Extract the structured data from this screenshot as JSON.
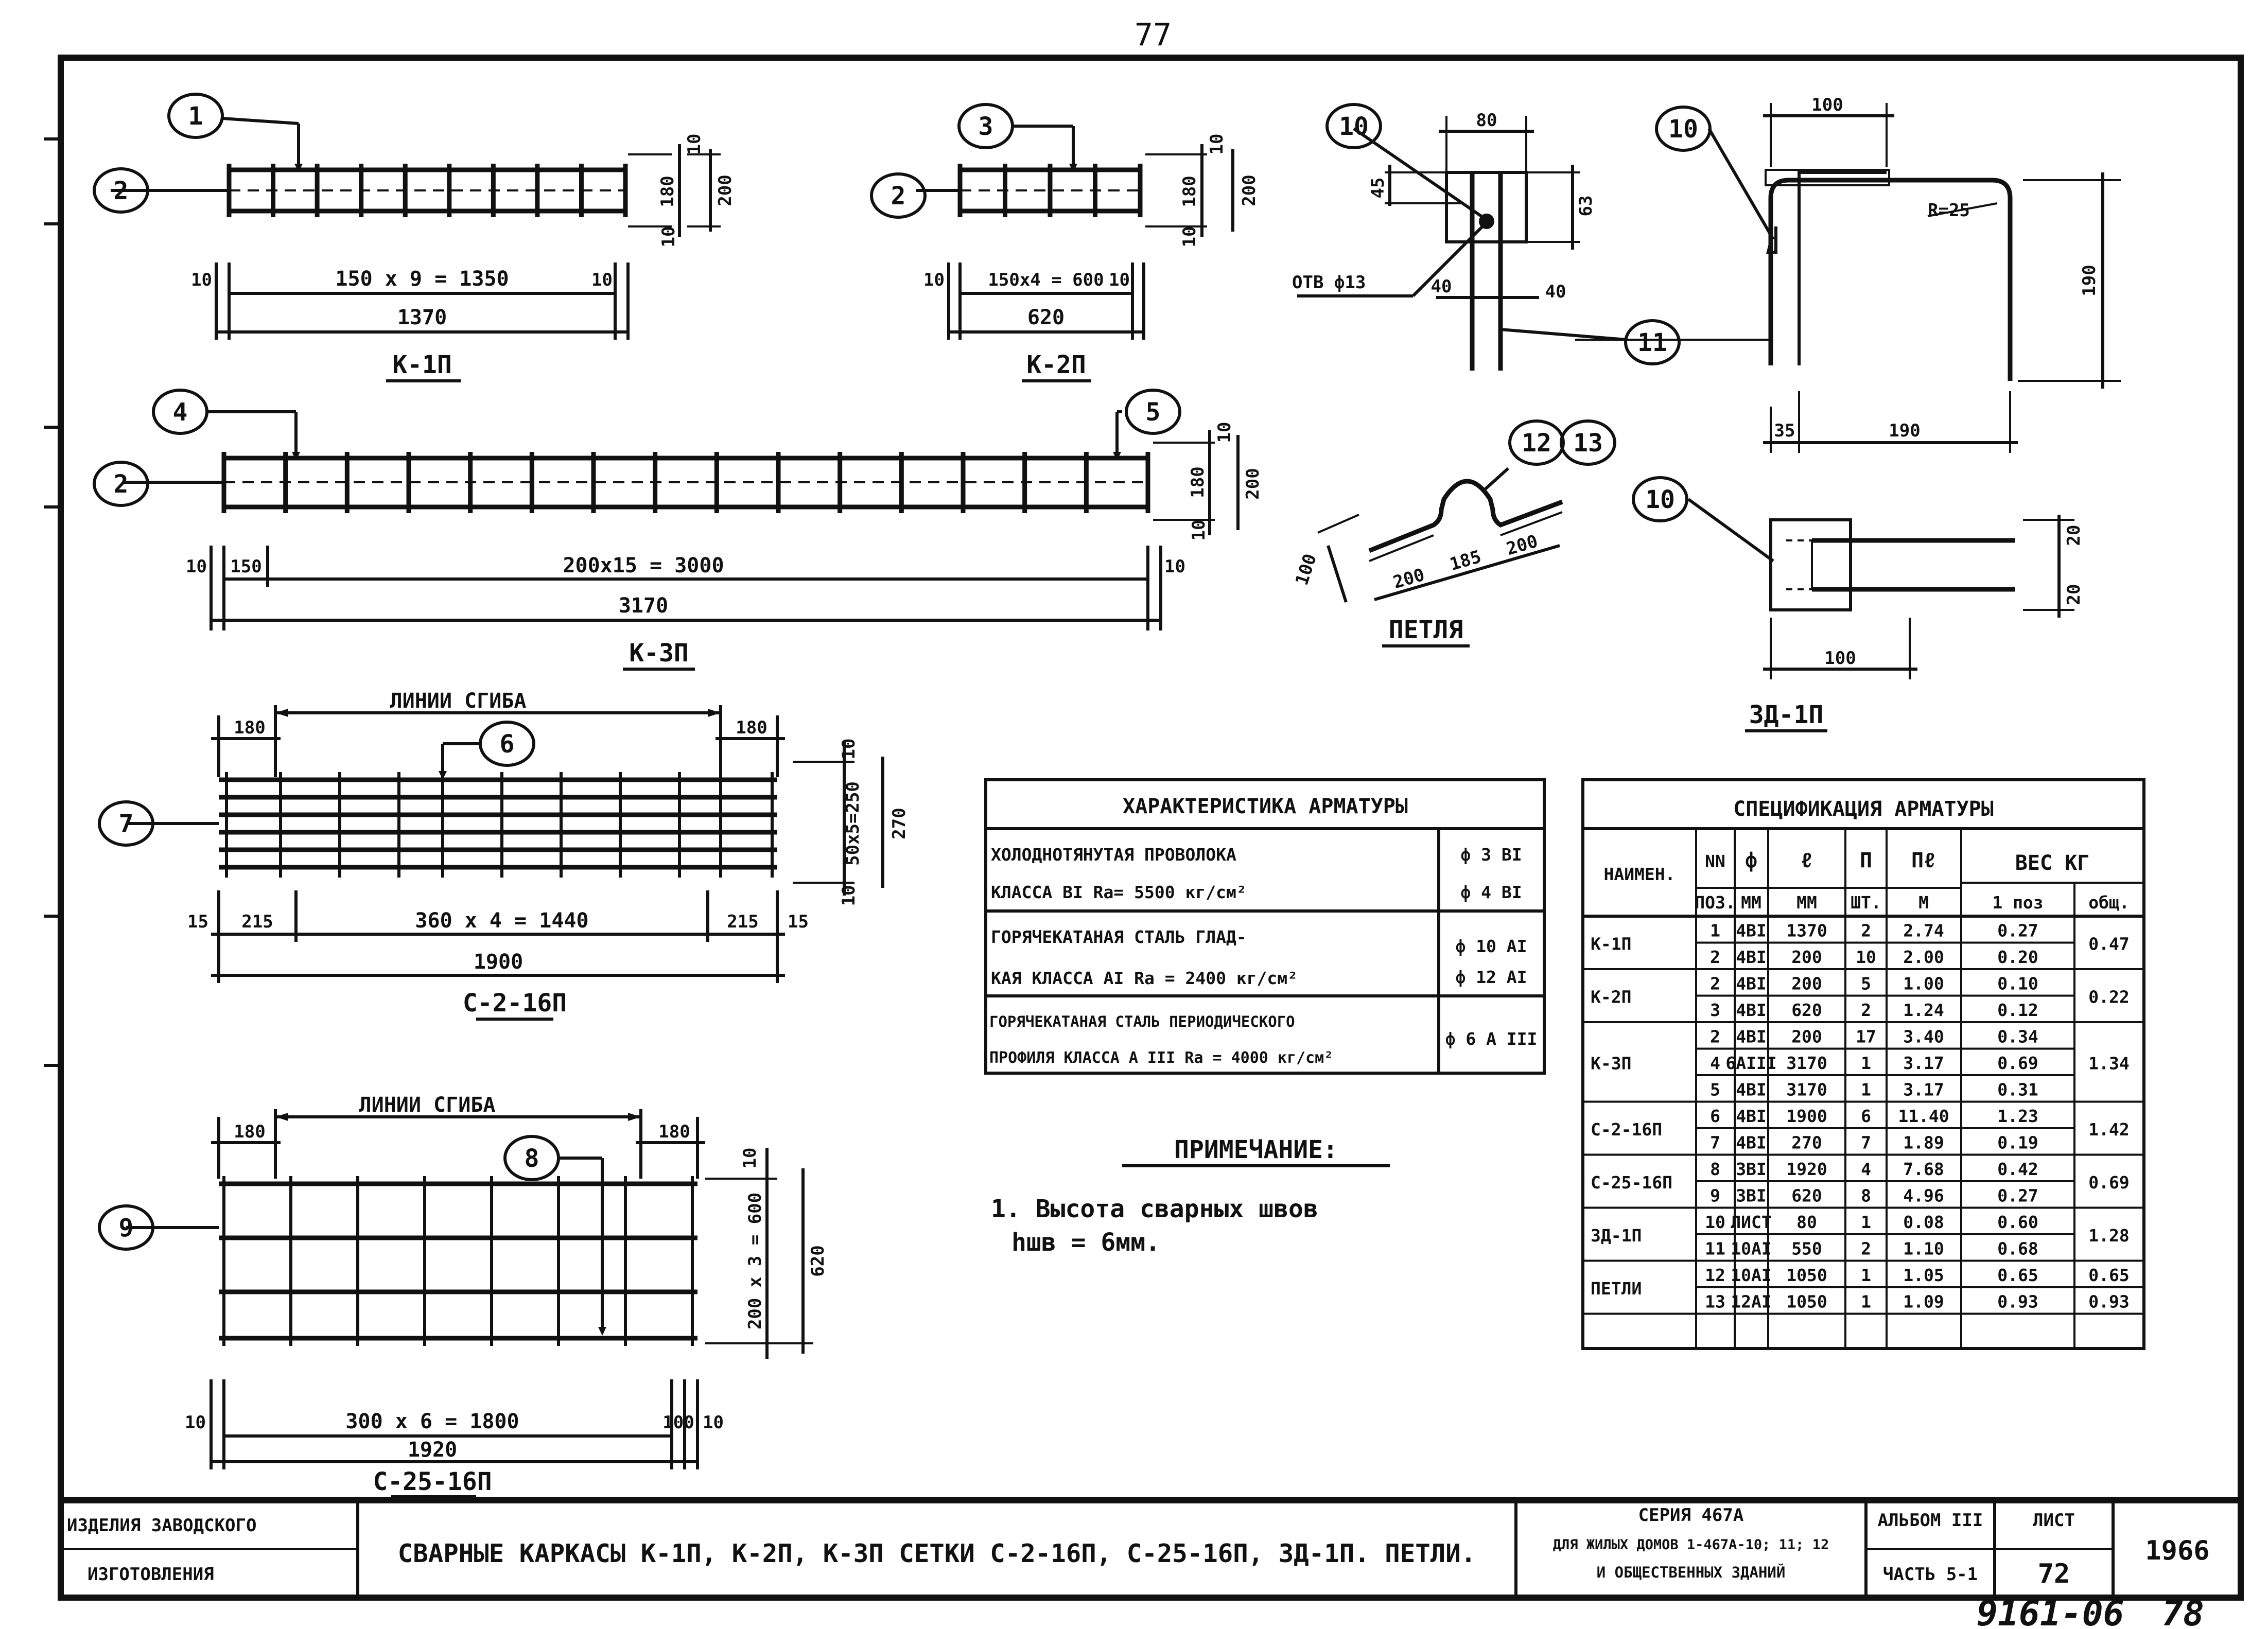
{
  "page": {
    "page_number_top": "77",
    "page_number_bottom": "78",
    "inventory_number": "9161-06"
  },
  "callouts": [
    "1",
    "2",
    "3",
    "4",
    "5",
    "6",
    "7",
    "8",
    "9",
    "10",
    "11",
    "12",
    "13"
  ],
  "drawings": {
    "k1": {
      "name": "К-1П",
      "dim_pitch": "150 х 9 = 1350",
      "dim_total": "1370",
      "dim_end_left": "10",
      "dim_end_right": "10",
      "dim_h_outer": "200",
      "dim_h_inner": "180",
      "dim_h_top": "10",
      "dim_h_bottom": "10"
    },
    "k2": {
      "name": "К-2П",
      "dim_pitch": "150х4 = 600",
      "dim_total": "620",
      "dim_end_left": "10",
      "dim_end_right": "10",
      "dim_h_outer": "200",
      "dim_h_inner": "180",
      "dim_h_top": "10",
      "dim_h_bottom": "10"
    },
    "k3": {
      "name": "К-3П",
      "dim_pitch": "200х15 = 3000",
      "dim_total": "3170",
      "dim_first": "150",
      "dim_end_left": "10",
      "dim_end_right": "10",
      "dim_h_outer": "200",
      "dim_h_inner": "180",
      "dim_h_top": "10",
      "dim_h_bottom": "10"
    },
    "s216": {
      "name": "С-2-16П",
      "bend_label": "ЛИНИИ СГИБА",
      "dim_bend_left": "180",
      "dim_bend_right": "180",
      "dim_pitch": "360 х 4 = 1440",
      "dim_total": "1900",
      "dim_side_left": "215",
      "dim_side_right": "215",
      "dim_edge_left": "15",
      "dim_edge_right": "15",
      "dim_h_outer": "270",
      "dim_h_inner": "50х5=250",
      "dim_h_top": "10",
      "dim_h_bottom": "10"
    },
    "s2516": {
      "name": "С-25-16П",
      "bend_label": "ЛИНИИ СГИБА",
      "dim_bend_left": "180",
      "dim_bend_right": "180",
      "dim_pitch": "300 х 6 = 1800",
      "dim_total": "1920",
      "dim_side_right": "100",
      "dim_edge_left": "10",
      "dim_edge_right": "10",
      "dim_h_outer": "620",
      "dim_h_inner": "200 х 3 = 600",
      "dim_h_top": "10"
    },
    "zd": {
      "name": "ЗД-1П",
      "dim_top": "80",
      "dim_h1": "45",
      "dim_h2": "63",
      "dim_left": "40",
      "dim_right": "40",
      "hole_label": "ОТВ ф13",
      "dim_bend_w": "100",
      "dim_bend_h": "190",
      "dim_bend_bottom": "190",
      "dim_bend_tail": "35",
      "radius": "R=25",
      "plan_w": "100",
      "plan_h1": "20",
      "plan_h2": "20"
    },
    "loop": {
      "name": "ПЕТЛЯ",
      "dim_a": "200",
      "dim_b": "185",
      "dim_c": "200",
      "dim_h": "100"
    }
  },
  "char_table": {
    "title": "ХАРАКТЕРИСТИКА АРМАТУРЫ",
    "rows": [
      {
        "desc1": "ХОЛОДНОТЯНУТАЯ ПРОВОЛОКА",
        "desc2": "КЛАССА ВI  Rа= 5500 кг/см²",
        "dia1": "ф 3 ВI",
        "dia2": "ф 4 ВI"
      },
      {
        "desc1": "ГОРЯЧЕКАТАНАЯ СТАЛЬ ГЛАД-",
        "desc2": "КАЯ КЛАССА АI  Rа = 2400 кг/см²",
        "dia1": "ф 10 АI",
        "dia2": "ф 12 АI"
      },
      {
        "desc1": "ГОРЯЧЕКАТАНАЯ СТАЛЬ ПЕРИОДИЧЕСКОГО",
        "desc2": "ПРОФИЛЯ КЛАССА А III  Rа = 4000 кг/см²",
        "dia1": "ф 6 А III",
        "dia2": ""
      }
    ]
  },
  "note": {
    "title": "ПРИМЕЧАНИЕ:",
    "line1": "1. Высота сварных швов",
    "line2": "hшв = 6мм."
  },
  "spec_table": {
    "title": "СПЕЦИФИКАЦИЯ АРМАТУРЫ",
    "headers": {
      "name": "НАИМЕН.",
      "pos": "NN",
      "pos_sub": "ПОЗ.",
      "dia": "ф",
      "dia_sub": "ММ",
      "len": "ℓ",
      "len_sub": "ММ",
      "qty": "П",
      "qty_sub": "ШТ.",
      "total_len": "Пℓ",
      "total_len_sub": "М",
      "weight": "ВЕС КГ",
      "weight_pos": "1 поз",
      "weight_total": "общ."
    },
    "groups": [
      {
        "name": "К-1П",
        "total": "0.47",
        "rows": [
          [
            "1",
            "4ВI",
            "1370",
            "2",
            "2.74",
            "0.27"
          ],
          [
            "2",
            "4ВI",
            "200",
            "10",
            "2.00",
            "0.20"
          ]
        ]
      },
      {
        "name": "К-2П",
        "total": "0.22",
        "rows": [
          [
            "2",
            "4ВI",
            "200",
            "5",
            "1.00",
            "0.10"
          ],
          [
            "3",
            "4ВI",
            "620",
            "2",
            "1.24",
            "0.12"
          ]
        ]
      },
      {
        "name": "К-3П",
        "total": "1.34",
        "rows": [
          [
            "2",
            "4ВI",
            "200",
            "17",
            "3.40",
            "0.34"
          ],
          [
            "4",
            "6АIII",
            "3170",
            "1",
            "3.17",
            "0.69"
          ],
          [
            "5",
            "4ВI",
            "3170",
            "1",
            "3.17",
            "0.31"
          ]
        ]
      },
      {
        "name": "С-2-16П",
        "total": "1.42",
        "rows": [
          [
            "6",
            "4ВI",
            "1900",
            "6",
            "11.40",
            "1.23"
          ],
          [
            "7",
            "4ВI",
            "270",
            "7",
            "1.89",
            "0.19"
          ]
        ]
      },
      {
        "name": "С-25-16П",
        "total": "0.69",
        "rows": [
          [
            "8",
            "3ВI",
            "1920",
            "4",
            "7.68",
            "0.42"
          ],
          [
            "9",
            "3ВI",
            "620",
            "8",
            "4.96",
            "0.27"
          ]
        ]
      },
      {
        "name": "ЗД-1П",
        "total": "1.28",
        "rows": [
          [
            "10",
            "ЛИСТ",
            "80",
            "1",
            "0.08",
            "0.60"
          ],
          [
            "11",
            "10АI",
            "550",
            "2",
            "1.10",
            "0.68"
          ]
        ]
      },
      {
        "name": "ПЕТЛИ",
        "totals": [
          "0.65",
          "0.93"
        ],
        "rows": [
          [
            "12",
            "10АI",
            "1050",
            "1",
            "1.05",
            "0.65"
          ],
          [
            "13",
            "12АI",
            "1050",
            "1",
            "1.09",
            "0.93"
          ]
        ]
      }
    ]
  },
  "title_block": {
    "left_line1": "ИЗДЕЛИЯ ЗАВОДСКОГО",
    "left_line2": "ИЗГОТОВЛЕНИЯ",
    "main_title": "СВАРНЫЕ КАРКАСЫ К-1П, К-2П, К-3П СЕТКИ С-2-16П, С-25-16П, ЗД-1П. ПЕТЛИ.",
    "series_line1": "СЕРИЯ 467А",
    "series_line2": "ДЛЯ ЖИЛЫХ ДОМОВ 1-467А-10; 11; 12",
    "series_line3": "И ОБЩЕСТВЕННЫХ ЗДАНИЙ",
    "album": "АЛЬБОМ III",
    "part": "ЧАСТЬ 5-1",
    "sheet_label": "ЛИСТ",
    "sheet_no": "72",
    "year": "1966"
  }
}
